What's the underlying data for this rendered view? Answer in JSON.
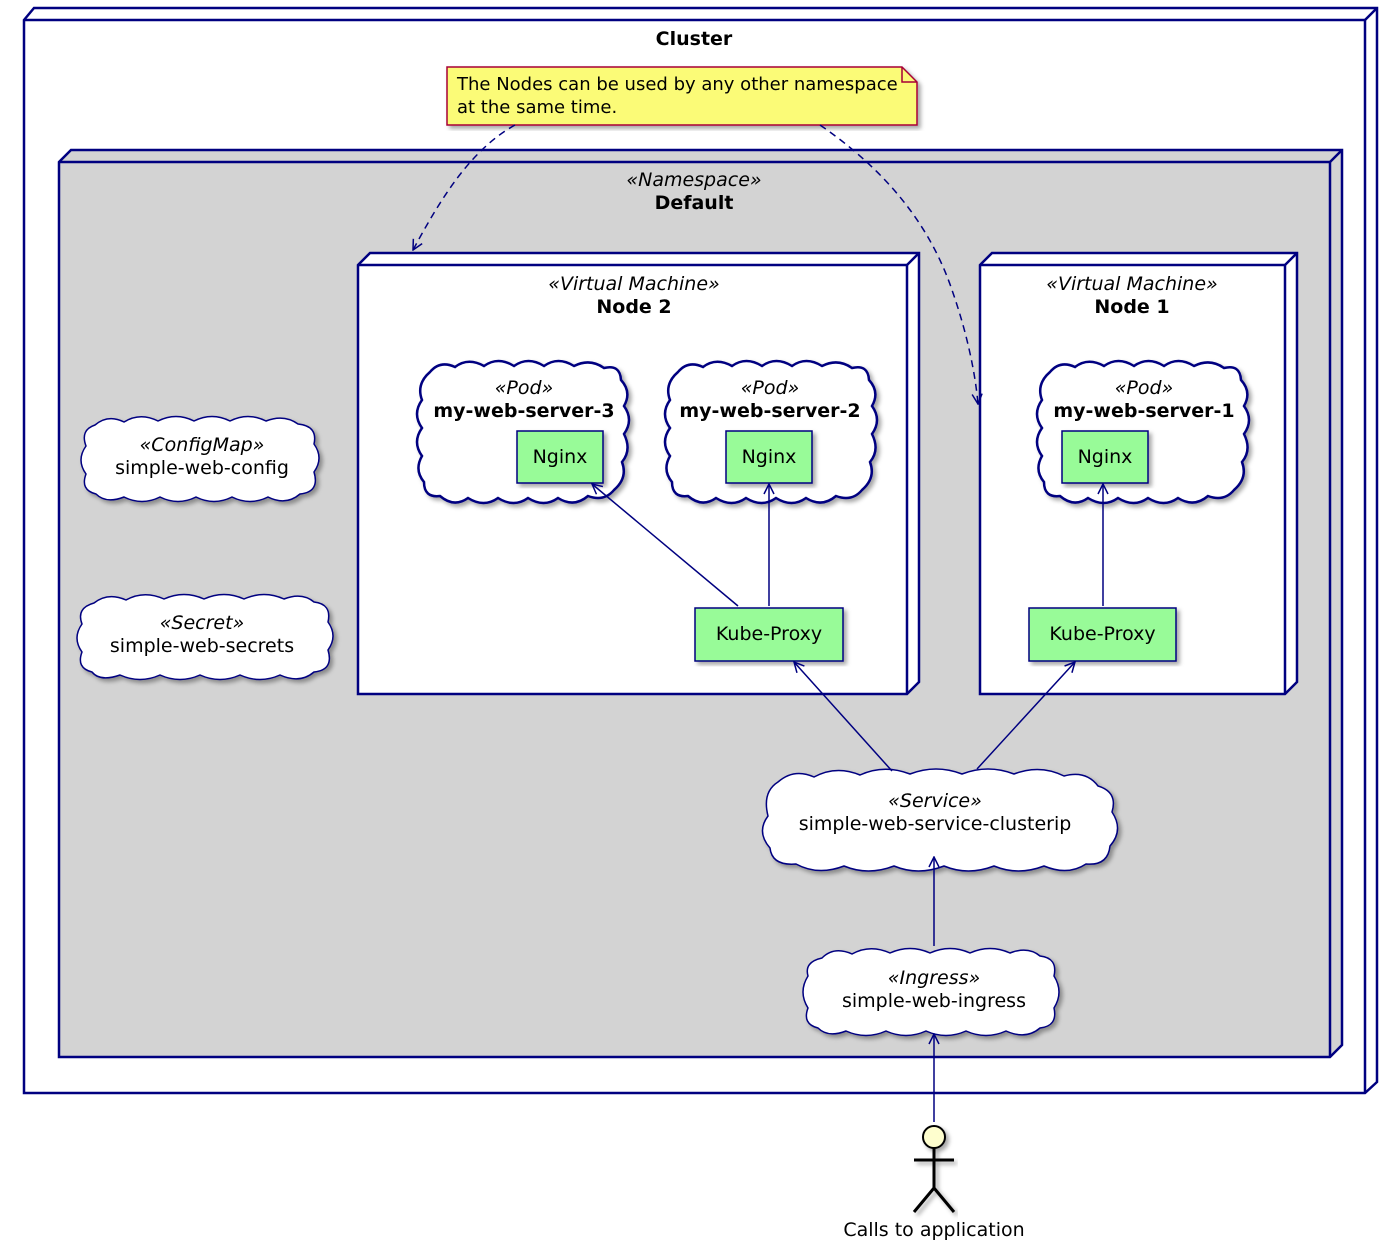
{
  "cluster": {
    "title": "Cluster"
  },
  "note": {
    "line1": "The Nodes can be used by any other namespace",
    "line2": "at the same time."
  },
  "namespace": {
    "stereotype": "«Namespace»",
    "title": "Default"
  },
  "configmap": {
    "stereotype": "«ConfigMap»",
    "name": "simple-web-config"
  },
  "secret": {
    "stereotype": "«Secret»",
    "name": "simple-web-secrets"
  },
  "node2": {
    "stereotype": "«Virtual Machine»",
    "title": "Node 2",
    "pod3": {
      "stereotype": "«Pod»",
      "name": "my-web-server-3",
      "container": "Nginx"
    },
    "pod2": {
      "stereotype": "«Pod»",
      "name": "my-web-server-2",
      "container": "Nginx"
    },
    "proxy": "Kube-Proxy"
  },
  "node1": {
    "stereotype": "«Virtual Machine»",
    "title": "Node 1",
    "pod1": {
      "stereotype": "«Pod»",
      "name": "my-web-server-1",
      "container": "Nginx"
    },
    "proxy": "Kube-Proxy"
  },
  "service": {
    "stereotype": "«Service»",
    "name": "simple-web-service-clusterip"
  },
  "ingress": {
    "stereotype": "«Ingress»",
    "name": "simple-web-ingress"
  },
  "actor": {
    "label": "Calls to application"
  },
  "colors": {
    "border": "#000080",
    "namespace_fill": "#d3d3d3",
    "note_fill": "#fbfb77",
    "note_border": "#a80036",
    "component_fill": "#98fb98",
    "actor_fill": "#fefece"
  }
}
